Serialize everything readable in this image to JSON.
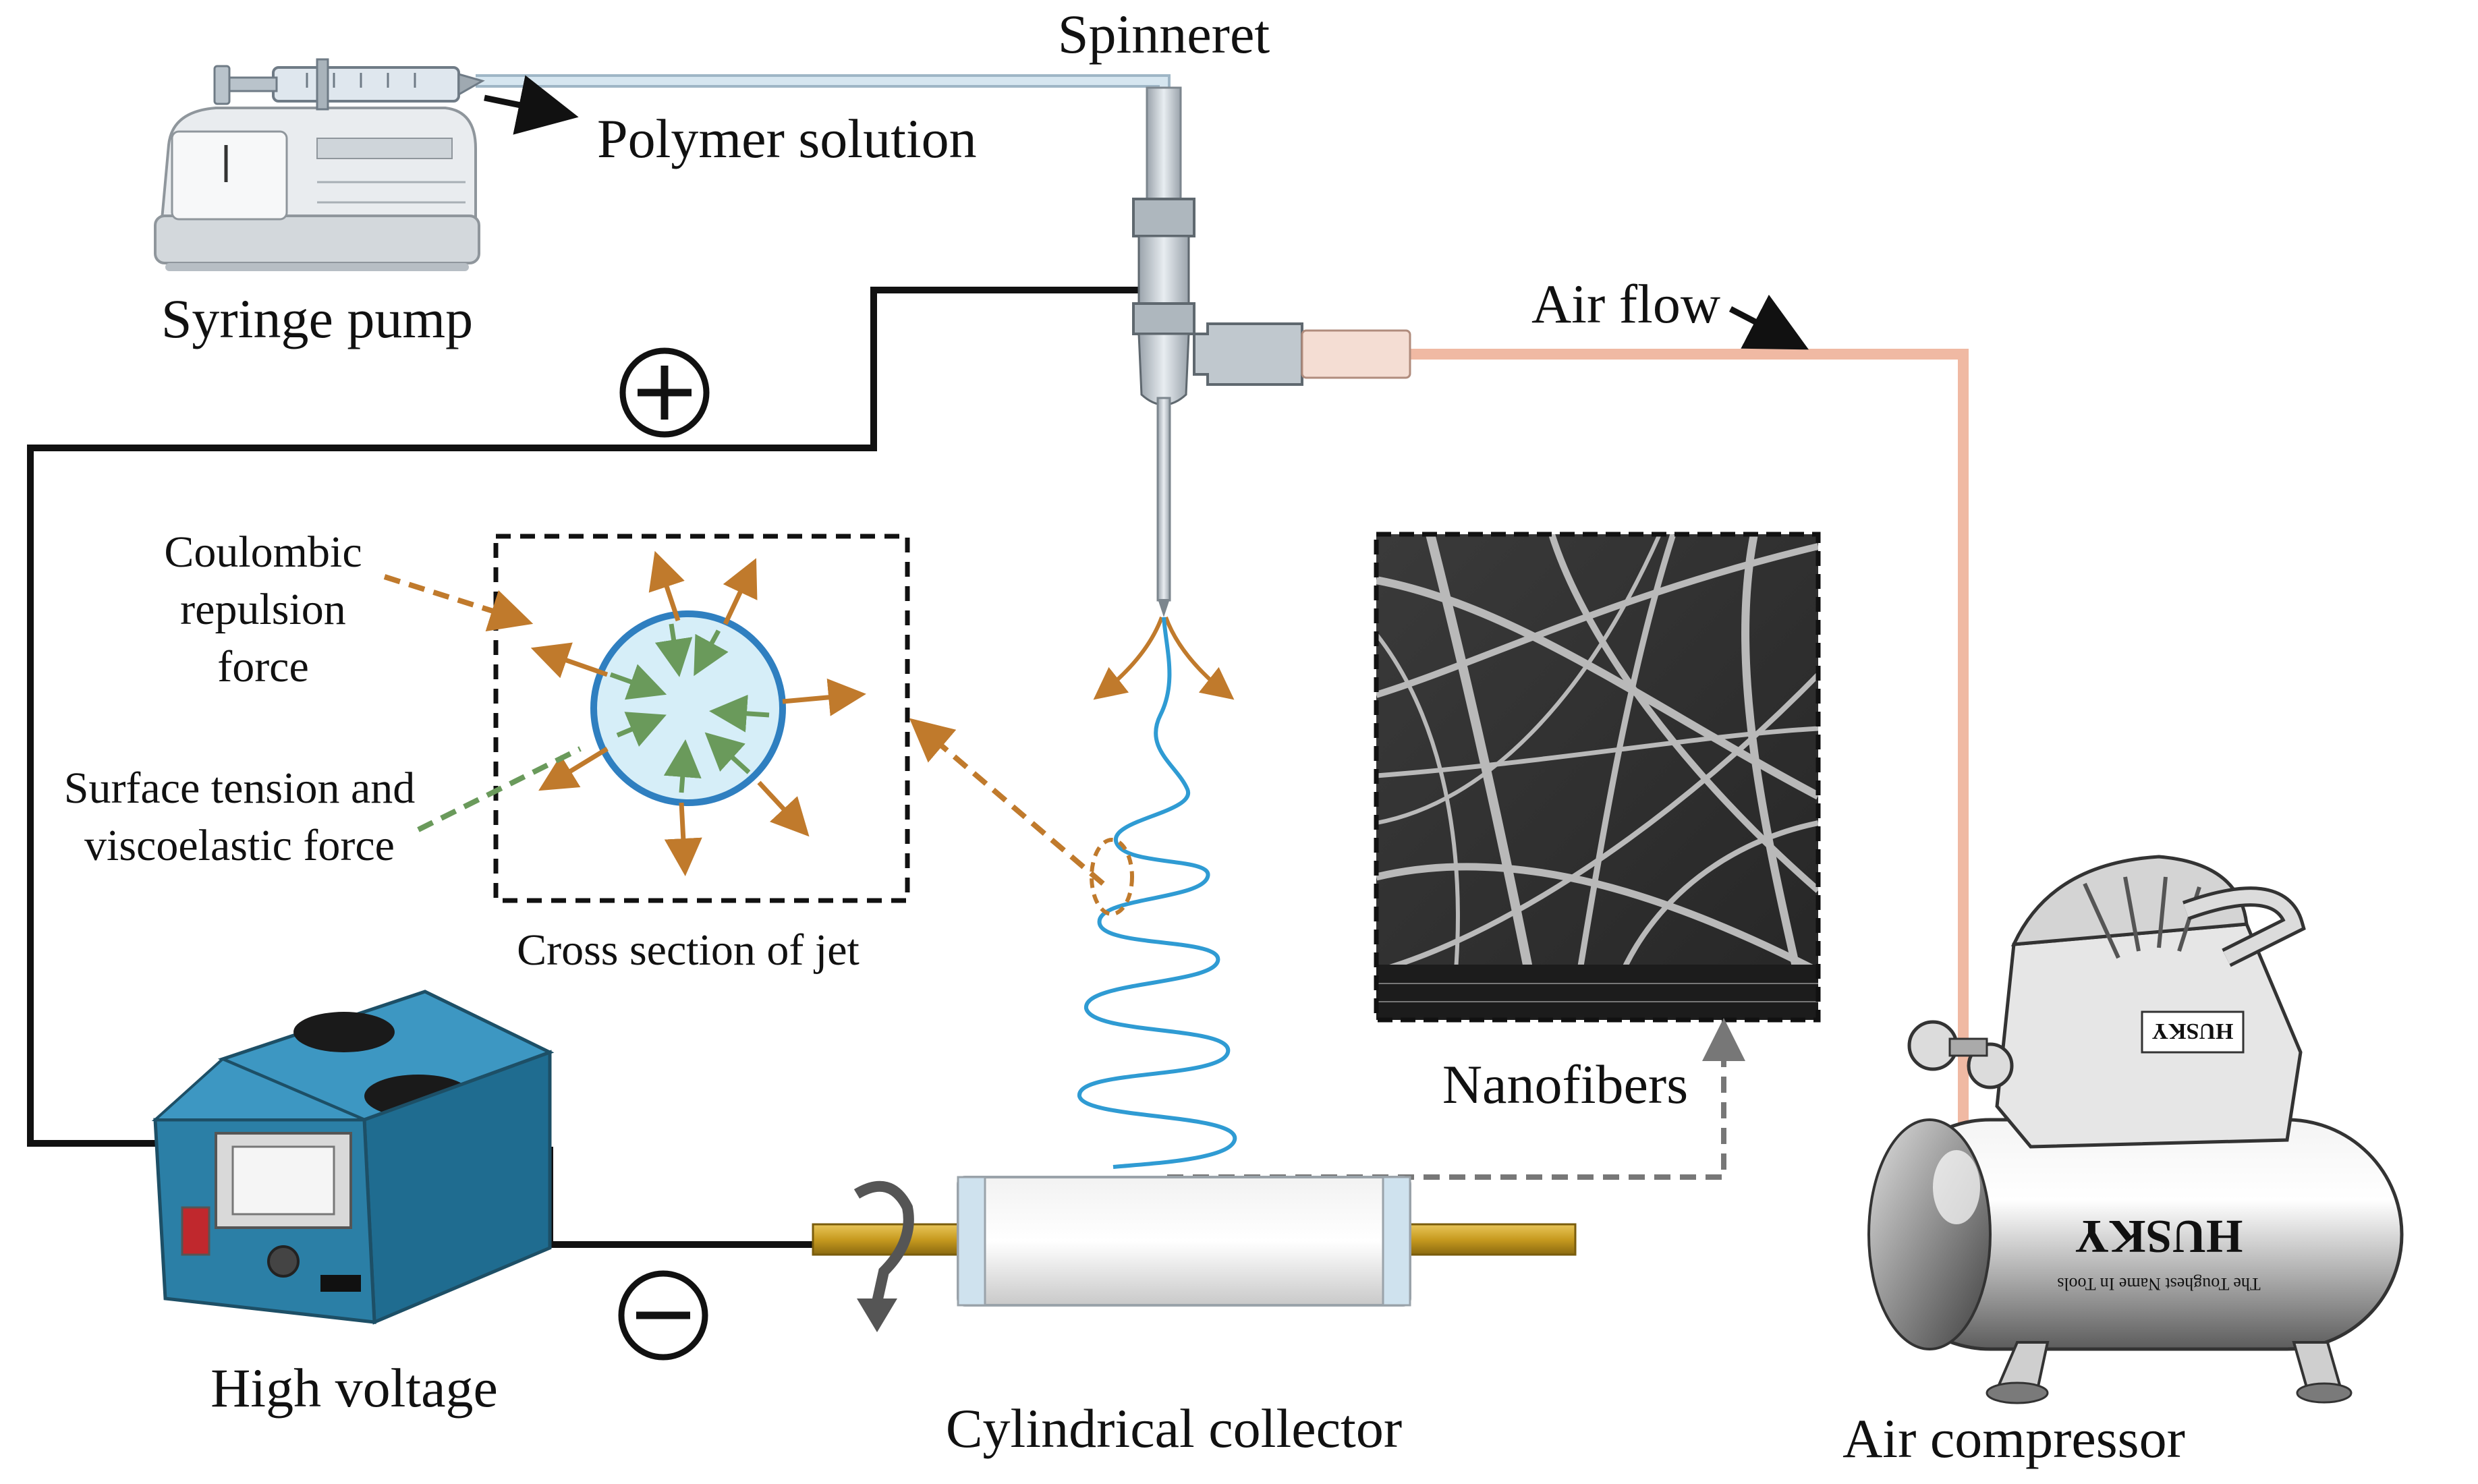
{
  "labels": {
    "spinneret": "Spinneret",
    "polymer_solution": "Polymer solution",
    "syringe_pump": "Syringe pump",
    "air_flow": "Air flow",
    "coulombic_line1": "Coulombic",
    "coulombic_line2": "repulsion",
    "coulombic_line3": "force",
    "surface_line1": "Surface tension and",
    "surface_line2": "viscoelastic force",
    "cross_section": "Cross section of jet",
    "nanofibers": "Nanofibers",
    "high_voltage": "High voltage",
    "cylindrical_collector": "Cylindrical collector",
    "air_compressor": "Air compressor"
  },
  "brand": {
    "compressor_logo": "HUSKY",
    "compressor_tagline": "The Toughest Name In Tools"
  },
  "colors": {
    "polymer_tube": "#c5d8e4",
    "air_tube": "#f0b9a3",
    "wire": "#111111",
    "jet": "#2f9bd3",
    "force_outward": "#c07a2c",
    "force_inward": "#6a9a5b",
    "power_supply": "#2b7fa6"
  },
  "icons": {
    "positive": "plus-circle-icon",
    "negative": "minus-circle-icon",
    "rotation": "rotation-arrow-icon"
  }
}
